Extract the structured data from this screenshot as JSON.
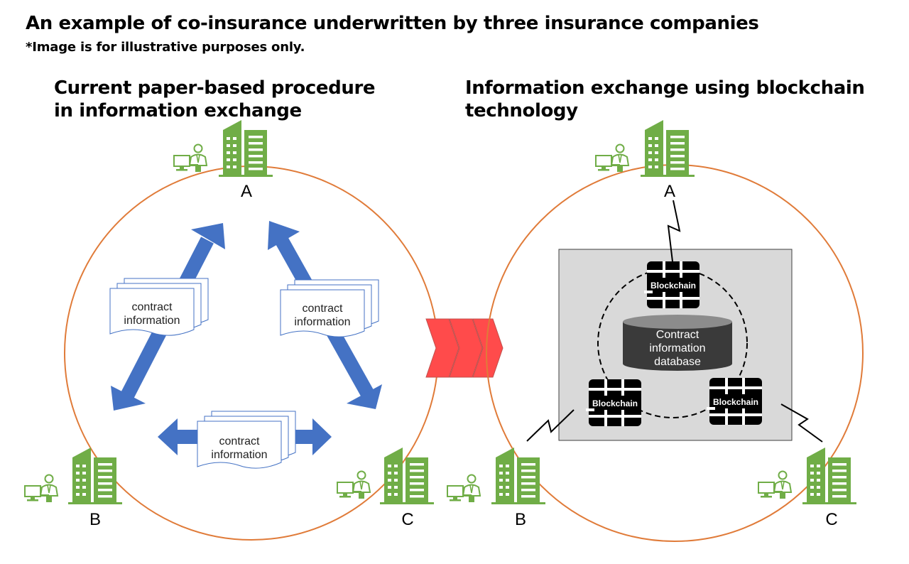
{
  "title": "An example of co-insurance underwritten by three insurance companies",
  "subtitle": "*Image is for illustrative purposes only.",
  "left_panel": {
    "title_line1": "Current paper-based procedure",
    "title_line2": "in information exchange",
    "companies": {
      "a": "A",
      "b": "B",
      "c": "C"
    },
    "document_line1": "contract",
    "document_line2": "information"
  },
  "right_panel": {
    "title_line1": "Information exchange using blockchain",
    "title_line2": "technology",
    "companies": {
      "a": "A",
      "b": "B",
      "c": "C"
    },
    "node_label": "Blockchain",
    "database_line1": "Contract",
    "database_line2": "information",
    "database_line3": "database"
  },
  "colors": {
    "circle": "#E07B39",
    "arrow": "#4472C4",
    "building": "#70AD47",
    "chevron": "#FF4B4B",
    "blockchain_box": "#D9D9D9",
    "database": "#3A3A3A"
  },
  "icons": {
    "building": "office-building-icon",
    "person": "office-worker-icon",
    "document": "document-stack-icon",
    "database": "database-cylinder-icon",
    "node": "blockchain-node-icon"
  }
}
